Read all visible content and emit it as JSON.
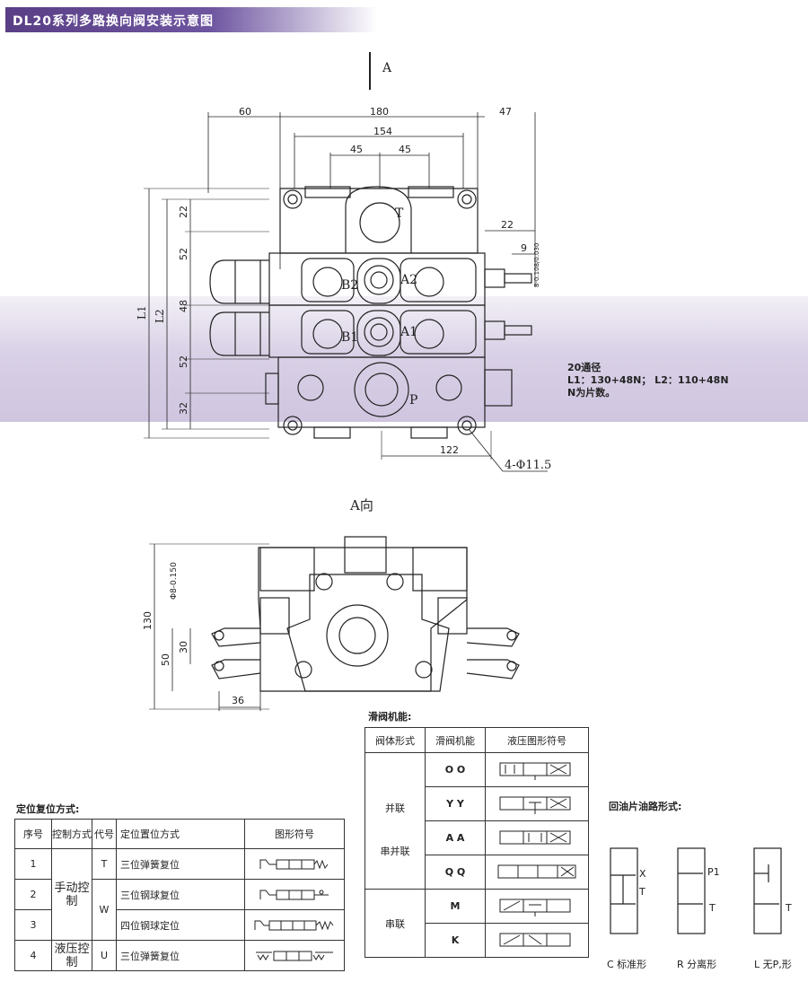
{
  "header": {
    "title": "DL20系列多路换向阀安装示意图"
  },
  "drawing_top": {
    "view_arrow": "A",
    "dims": {
      "d60": "60",
      "d180": "180",
      "d47": "47",
      "d154": "154",
      "d45a": "45",
      "d45b": "45",
      "d22r": "22",
      "d9": "9",
      "tol": "8-0.108/0.030",
      "d22v": "22",
      "d52a": "52",
      "d48": "48",
      "d52b": "52",
      "d32": "32",
      "L1": "L1",
      "L2": "L2",
      "d122": "122",
      "holes": "4-Φ11.5"
    },
    "ports": {
      "T": "T",
      "B2": "B2",
      "A2": "A2",
      "B1": "B1",
      "A1": "A1",
      "P": "P"
    }
  },
  "note": {
    "line1": "20通径",
    "line2": "L1：130+48N；  L2：110+48N",
    "line3": "N为片数。"
  },
  "drawing_bottom": {
    "view_label": "A向",
    "dims": {
      "d130": "130",
      "d50": "50",
      "d30": "30",
      "d36": "36",
      "dia": "Φ8-0.150"
    }
  },
  "positioning": {
    "title": "定位复位方式:",
    "headers": [
      "序号",
      "控制方式",
      "代号",
      "定位置位方式",
      "图形符号"
    ],
    "rows": [
      {
        "no": "1",
        "method": "三位弹簧复位"
      },
      {
        "no": "2",
        "method": "三位钢球复位"
      },
      {
        "no": "3",
        "method": "四位钢球定位"
      },
      {
        "no": "4",
        "method": "三位弹簧复位"
      }
    ],
    "control_manual": "手动控制",
    "control_hydraulic": "液压控制",
    "code_T": "T",
    "code_W": "W",
    "code_U": "U"
  },
  "slide": {
    "title": "滑阀机能:",
    "headers": [
      "阀体形式",
      "滑阀机能",
      "液压图形符号"
    ],
    "body_parallel": "并联",
    "body_series_parallel": "串并联",
    "body_series": "串联",
    "functions": [
      "O  O",
      "Y  Y",
      "A  A",
      "Q  Q",
      "M",
      "K"
    ]
  },
  "oil": {
    "title": "回油片油路形式:",
    "x": "X",
    "t1": "T",
    "p1": "P1",
    "t2": "T",
    "t3": "T",
    "cap_c": "C  标准形",
    "cap_r": "R  分离形",
    "cap_l": "L  无P,形"
  }
}
